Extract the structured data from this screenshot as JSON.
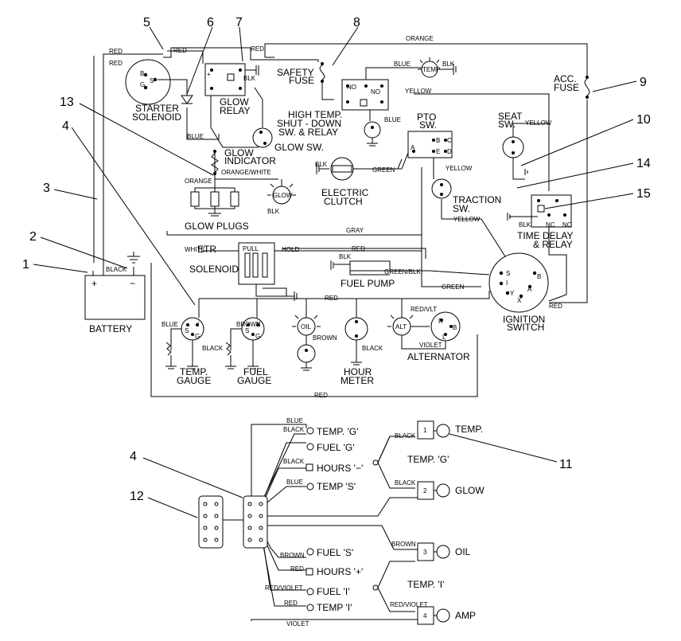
{
  "callouts": {
    "n1": "1",
    "n2": "2",
    "n3": "3",
    "n4": "4",
    "n5": "5",
    "n6": "6",
    "n7": "7",
    "n8": "8",
    "n9": "9",
    "n10": "10",
    "n11": "11",
    "n12": "12",
    "n13": "13",
    "n14": "14",
    "n15": "15",
    "n4b": "4"
  },
  "components": {
    "starter_1": "STARTER",
    "starter_2": "SOLENOID",
    "glow_relay_1": "GLOW",
    "glow_relay_2": "RELAY",
    "safety_1": "SAFETY",
    "safety_2": "FUSE",
    "high_temp_1": "HIGH TEMP.",
    "high_temp_2": "SHUT - DOWN",
    "high_temp_3": "SW. & RELAY",
    "glow_sw": "GLOW SW.",
    "glow_ind_1": "GLOW",
    "glow_ind_2": "INDICATOR",
    "glow_plugs": "GLOW PLUGS",
    "clutch_1": "ELECTRIC",
    "clutch_2": "CLUTCH",
    "pto_1": "PTO",
    "pto_2": "SW.",
    "traction_1": "TRACTION",
    "traction_2": "SW.",
    "seat_1": "SEAT",
    "seat_2": "SW.",
    "acc_1": "ACC.",
    "acc_2": "FUSE",
    "time_delay_1": "TIME DELAY",
    "time_delay_2": "& RELAY",
    "ignition_1": "IGNITION",
    "ignition_2": "SWITCH",
    "etr_1": "ETR",
    "etr_2": "SOLENOID",
    "fuel_pump": "FUEL PUMP",
    "battery": "BATTERY",
    "temp_gauge_1": "TEMP.",
    "temp_gauge_2": "GAUGE",
    "fuel_gauge_1": "FUEL",
    "fuel_gauge_2": "GAUGE",
    "hour_meter_1": "HOUR",
    "hour_meter_2": "METER",
    "alternator": "ALTERNATOR",
    "oil_lamp": "OIL",
    "alt_lamp": "ALT",
    "glow_lamp": "GLOW",
    "temp_lamp": "TEMP"
  },
  "wires": {
    "red_1": "RED",
    "red_2": "RED",
    "red_3": "RED",
    "red_4": "RED",
    "orange": "ORANGE",
    "blue_1": "BLUE",
    "blk_1": "BLK",
    "blk_2": "BLK",
    "no_1": "NO",
    "no_2": "NO",
    "yellow_1": "YELLOW",
    "blue_2": "BLUE",
    "blue_3": "BLUE",
    "orange_white": "ORANGE/WHITE",
    "orange_2": "ORANGE",
    "blk_3": "BLK",
    "blk_4": "BLK",
    "green_1": "GREEN",
    "yellow_2": "YELLOW",
    "yellow_3": "YELLOW",
    "yellow_4": "YELLOW",
    "blk_5": "BLK",
    "nc": "NC",
    "no_3": "NO",
    "gray": "GRAY",
    "white": "WHITE",
    "pull": "PULL",
    "hold": "HOLD",
    "red_5": "RED",
    "blk_6": "BLK",
    "green_blk": "GREEN/BLK",
    "green_2": "GREEN",
    "red_6": "RED",
    "red_7": "RED",
    "black_1": "BLACK",
    "blue_4": "BLUE",
    "black_2": "BLACK",
    "brown_1": "BROWN",
    "brown_2": "BROWN",
    "black_3": "BLACK",
    "red_vlt": "RED/VLT",
    "violet": "VIOLET",
    "red_8": "RED"
  },
  "connector": {
    "w_blue_1": "BLUE",
    "w_black_1": "BLACK",
    "w_black_2": "BLACK",
    "w_blue_2": "BLUE",
    "w_brown": "BROWN",
    "w_red": "RED",
    "w_red_violet_1": "RED/VIOLET",
    "w_red_2": "RED",
    "w_violet": "VIOLET",
    "w_black_3": "BLACK",
    "w_black_4": "BLACK",
    "w_brown_2": "BROWN",
    "w_red_violet_2": "RED/VIOLET",
    "t_temp_g": "TEMP. 'G'",
    "t_fuel_g": "FUEL 'G'",
    "t_hours_minus": "HOURS '−'",
    "t_temp_s": "TEMP 'S'",
    "t_fuel_s": "FUEL 'S'",
    "t_hours_plus": "HOURS '+'",
    "t_fuel_i": "FUEL 'I'",
    "t_temp_i": "TEMP 'I'",
    "group_g": "TEMP. 'G'",
    "group_i": "TEMP. 'I'",
    "pin1": "1",
    "pin2": "2",
    "pin3": "3",
    "pin4": "4",
    "g_temp": "TEMP.",
    "g_glow": "GLOW",
    "g_oil": "OIL",
    "g_amp": "AMP"
  }
}
